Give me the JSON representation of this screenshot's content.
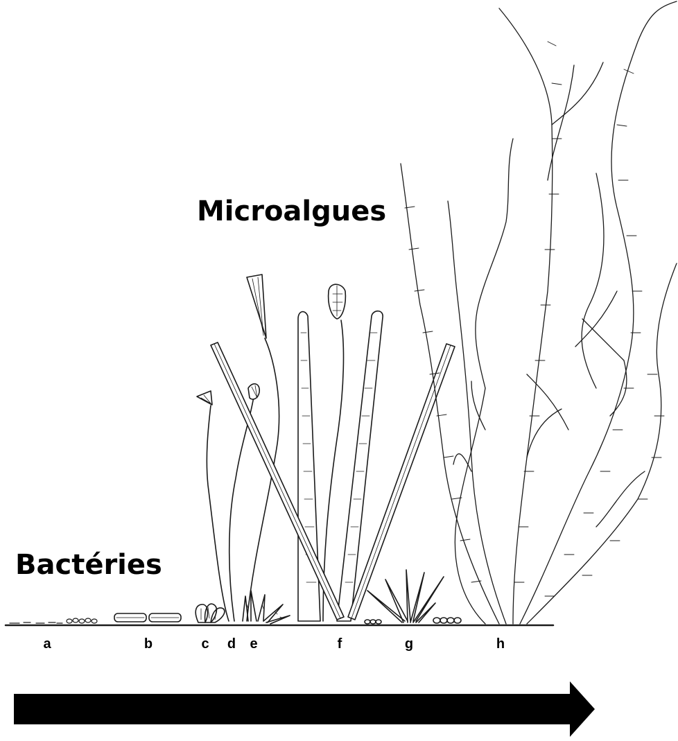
{
  "labels": {
    "microalgae": "Microalgues",
    "bacteria": "Bactéries"
  },
  "stages": [
    "a",
    "b",
    "c",
    "d",
    "e",
    "f",
    "g",
    "h"
  ],
  "arrow_color": "#000000",
  "line_color": "#1a1a1a"
}
